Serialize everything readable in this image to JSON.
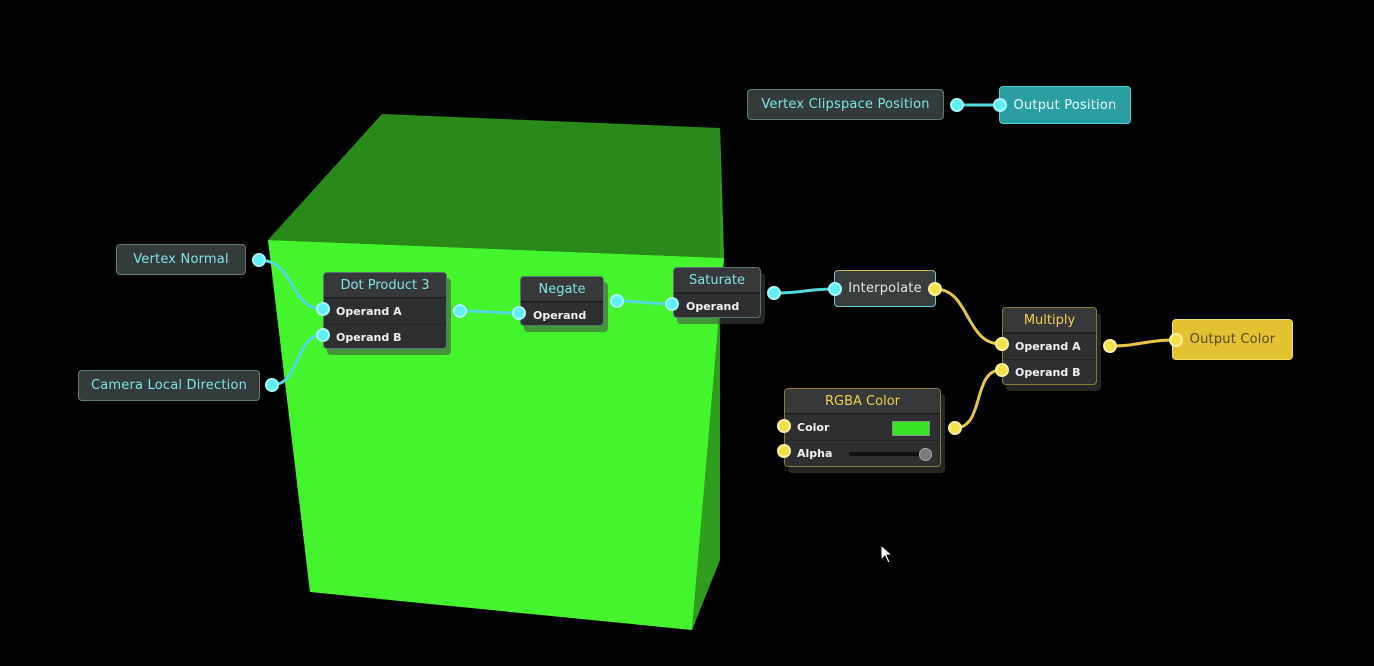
{
  "canvas": {
    "background": "#000000",
    "cube_colors": {
      "front": "#45f52c",
      "top": "#2b8f1a",
      "left": "#1f8c12"
    }
  },
  "nodes": {
    "vertex_normal": {
      "label": "Vertex Normal"
    },
    "camera_local_direction": {
      "label": "Camera Local Direction"
    },
    "dot_product": {
      "title": "Dot Product 3",
      "inputs": [
        "Operand A",
        "Operand B"
      ]
    },
    "negate": {
      "title": "Negate",
      "inputs": [
        "Operand"
      ]
    },
    "saturate": {
      "title": "Saturate",
      "inputs": [
        "Operand"
      ]
    },
    "interpolate": {
      "label": "Interpolate"
    },
    "multiply": {
      "title": "Multiply",
      "inputs": [
        "Operand A",
        "Operand B"
      ]
    },
    "rgba_color": {
      "title": "RGBA Color",
      "inputs": [
        "Color",
        "Alpha"
      ],
      "color_value": "#38e625",
      "alpha_value": 1.0
    },
    "output_color": {
      "label": "Output Color"
    },
    "vertex_clipspace_position": {
      "label": "Vertex Clipspace Position"
    },
    "output_position": {
      "label": "Output Position"
    }
  },
  "wire_colors": {
    "vector": "#56d9dd",
    "color": "#e7c64a"
  },
  "icons": {
    "cursor": "mouse-pointer-icon"
  }
}
